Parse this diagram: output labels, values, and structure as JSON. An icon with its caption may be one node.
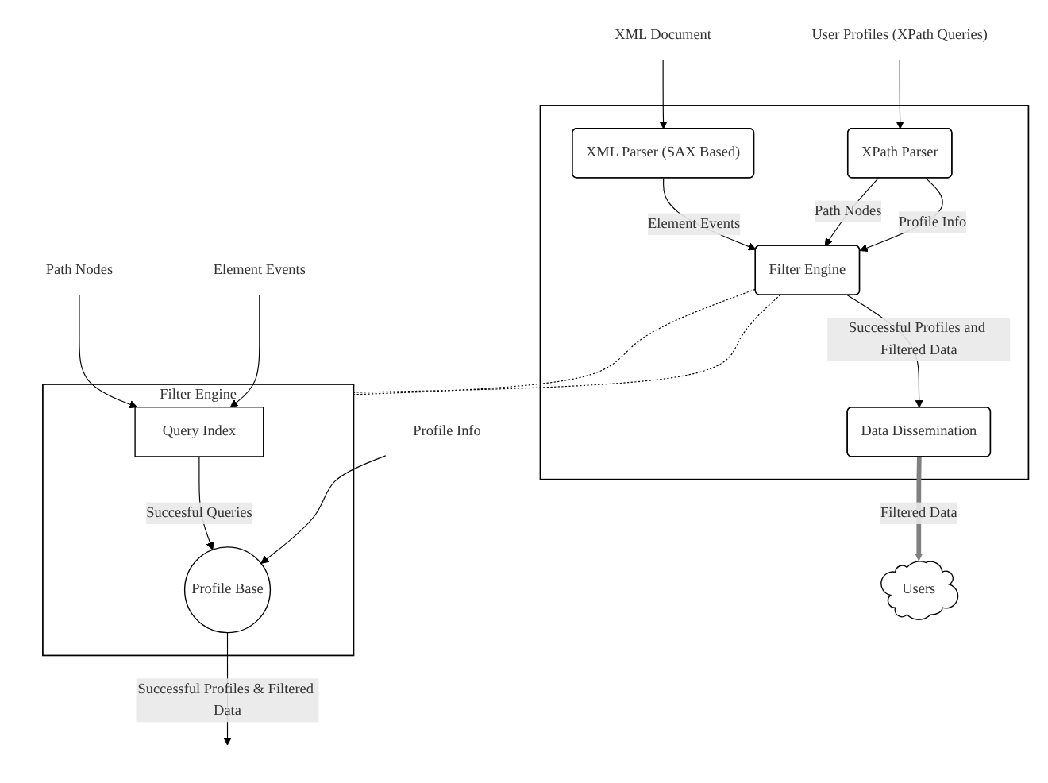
{
  "diagram": {
    "nodes": [
      {
        "text": [],
        "shape": "box"
      },
      {
        "text": [
          "XML Document"
        ]
      },
      {
        "text": [
          "User Profiles (XPath Queries)"
        ]
      },
      {
        "text": [
          "XML Parser (SAX Based)"
        ],
        "in": 0
      },
      {
        "text": [
          "XPath Parser"
        ],
        "in": 0
      },
      {
        "text": [
          "Filter Engine"
        ],
        "in": 0
      },
      {
        "text": [
          "Data Dissemination"
        ],
        "in": 0
      },
      {
        "text": [
          "Users"
        ]
      },
      {
        "text": [
          "Filter Engine"
        ]
      },
      {
        "text": [
          "Query Index"
        ],
        "in": 8
      },
      {
        "text": [
          "Profile Base"
        ],
        "in": 8
      },
      {
        "text": [
          "Path Nodes"
        ]
      },
      {
        "text": [
          "Element Events"
        ]
      },
      {
        "text": [
          "Profile Info"
        ]
      }
    ],
    "edges": [
      {
        "from": 1,
        "to": 3,
        "arrow": "to"
      },
      {
        "from": 2,
        "to": 4,
        "arrow": "to"
      },
      {
        "from": 3,
        "to": 5,
        "arrow": "to",
        "label": "Element Events"
      },
      {
        "from": 4,
        "to": 5,
        "arrow": "to",
        "label": "Path Nodes"
      },
      {
        "from": 4,
        "to": 5,
        "arrow": "to",
        "label": "Profile Info"
      },
      {
        "from": 5,
        "to": 6,
        "arrow": "to",
        "label": "Successful Profiles and Filtered Data"
      },
      {
        "from": 6,
        "to": 7,
        "arrow": "to",
        "label": "Filtered Data",
        "style": "thick",
        "color": "#808080"
      },
      {
        "from": 5,
        "to": 8,
        "arrow": "none",
        "style": "dashed"
      },
      {
        "from": 5,
        "to": 8,
        "arrow": "none",
        "style": "dashed"
      },
      {
        "from": 11,
        "to": 9,
        "arrow": "to"
      },
      {
        "from": 12,
        "to": 9,
        "arrow": "to"
      },
      {
        "from": 9,
        "to": 10,
        "arrow": "to",
        "label": "Succesful Queries"
      },
      {
        "from": 13,
        "to": 10,
        "arrow": "to"
      },
      {
        "from": 10,
        "to": null,
        "arrow": "to",
        "label": "Successful Profiles & Filtered Data"
      }
    ]
  }
}
